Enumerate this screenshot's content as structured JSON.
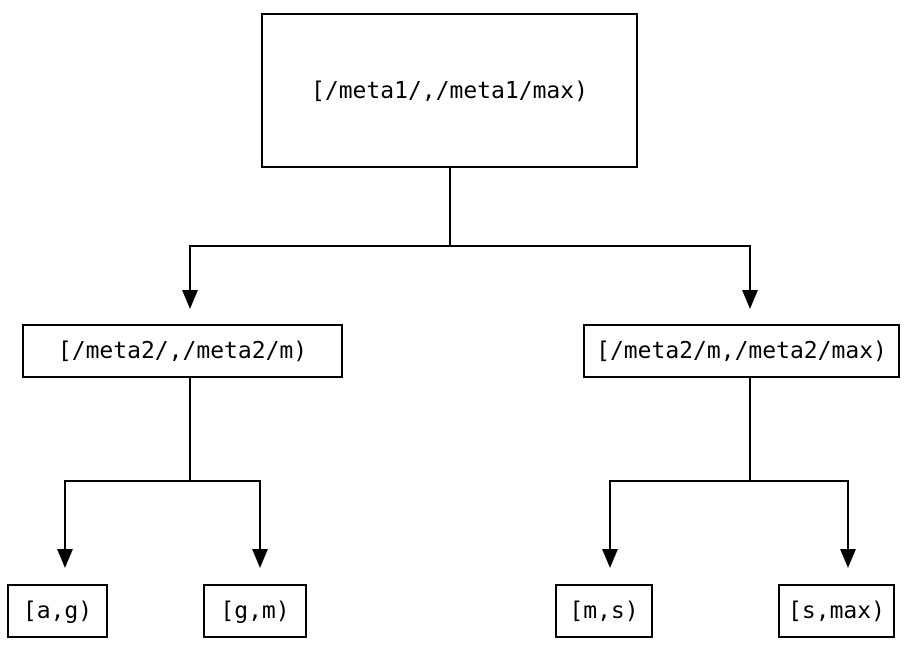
{
  "diagram": {
    "type": "tree",
    "colors": {
      "background": "#ffffff",
      "line": "#000000",
      "text": "#000000"
    },
    "nodes": {
      "root": {
        "label": "[/meta1/,/meta1/max)"
      },
      "meta2_left": {
        "label": "[/meta2/,/meta2/m)"
      },
      "meta2_right": {
        "label": "[/meta2/m,/meta2/max)"
      },
      "leaf_a_g": {
        "label": "[a,g)"
      },
      "leaf_g_m": {
        "label": "[g,m)"
      },
      "leaf_m_s": {
        "label": "[m,s)"
      },
      "leaf_s_max": {
        "label": "[s,max)"
      }
    }
  }
}
